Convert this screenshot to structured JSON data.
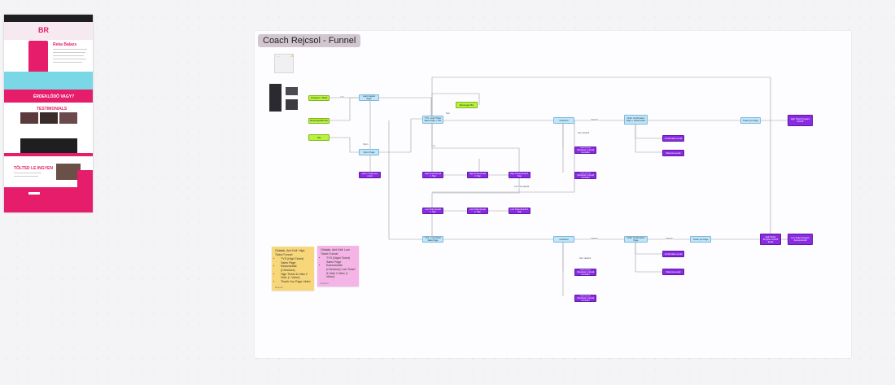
{
  "board": {
    "title": "Coach Rejcsol - Funnel",
    "memo_text": "——",
    "memo_icon": "warning-icon"
  },
  "site_preview": {
    "logo_text": "BR",
    "name_text": "Reka Balazs",
    "banner_text": "ÉRDEKLŐDŐ VAGY?",
    "section_text": "TESTIMONIALS",
    "cta_text": "TÖLTSD LE INGYEN"
  },
  "nodes": [
    {
      "id": "n_instagram",
      "color": "green",
      "label": "Instagram / Tiktok"
    },
    {
      "id": "n_messenger",
      "color": "green",
      "label": "Messenger/Bio link"
    },
    {
      "id": "n_ads",
      "color": "green",
      "label": "Ads"
    },
    {
      "id": "n_leadpage",
      "color": "blue",
      "label": "Lead magnet Page"
    },
    {
      "id": "n_optin",
      "color": "blue",
      "label": "Opt-in Page"
    },
    {
      "id": "n_optin_email",
      "color": "purple",
      "label": "Opt-in Thank you email"
    },
    {
      "id": "n_tyhigh",
      "color": "blue",
      "label": "TYS - High Ticket Sales Page + VSL"
    },
    {
      "id": "n_messenger_bot",
      "color": "green",
      "label": "Messenger Bot"
    },
    {
      "id": "n_eh1",
      "color": "purple",
      "label": "High Ticket Email 1. Nap"
    },
    {
      "id": "n_eh2",
      "color": "purple",
      "label": "High Ticket Email 2. Nap"
    },
    {
      "id": "n_eh3",
      "color": "purple",
      "label": "High Ticket Email 3. Nap"
    },
    {
      "id": "n_checkout1",
      "color": "blue",
      "label": "Checkout"
    },
    {
      "id": "n_abandoned1",
      "color": "purple",
      "label": "Abandoned Checkout 1. Email reminder"
    },
    {
      "id": "n_abandoned2",
      "color": "purple",
      "label": "Abandoned Checkout 2. Email reminder"
    },
    {
      "id": "n_upsell",
      "color": "blue",
      "label": "Order Confirmation Page + Upsell Video"
    },
    {
      "id": "n_confirm_email",
      "color": "purple",
      "label": "Confirmation email"
    },
    {
      "id": "n_welcome_email",
      "color": "purple",
      "label": "Welcome email"
    },
    {
      "id": "n_thankyou1",
      "color": "blue",
      "label": "Thank you Page"
    },
    {
      "id": "n_program1",
      "color": "purple",
      "label": "High Ticket Program Kickoff"
    },
    {
      "id": "n_el1",
      "color": "purple",
      "label": "Low Ticket Email 1. Nap"
    },
    {
      "id": "n_el2",
      "color": "purple",
      "label": "Low Ticket Email 2. Nap"
    },
    {
      "id": "n_el3",
      "color": "purple",
      "label": "Low Ticket Email 3. Nap"
    },
    {
      "id": "n_lowsales",
      "color": "blue",
      "label": "TYS - Low Ticket Sales Page"
    },
    {
      "id": "n_checkout2",
      "color": "blue",
      "label": "Checkout"
    },
    {
      "id": "n_abandoned3",
      "color": "purple",
      "label": "Abandoned Checkout 1. Email reminder"
    },
    {
      "id": "n_abandoned4",
      "color": "purple",
      "label": "Abandoned Checkout 2. Email reminder"
    },
    {
      "id": "n_confirm2",
      "color": "blue",
      "label": "Order Confirmation Page"
    },
    {
      "id": "n_confirm_email2",
      "color": "purple",
      "label": "Confirmation email"
    },
    {
      "id": "n_welcome_email2",
      "color": "purple",
      "label": "Welcome email"
    },
    {
      "id": "n_thankyou2",
      "color": "blue",
      "label": "Thank you Page"
    },
    {
      "id": "n_program2",
      "color": "purple",
      "label": "High Ticket Program Kickoff Email"
    },
    {
      "id": "n_program3",
      "color": "purple",
      "label": "Low Ticket Program Access Email"
    }
  ],
  "edge_labels": [
    {
      "id": "l_ads",
      "text": "Link"
    },
    {
      "id": "l_optin",
      "text": "Opt-in"
    },
    {
      "id": "l_yes",
      "text": "Igen"
    },
    {
      "id": "l_no",
      "text": "Nem"
    },
    {
      "id": "l_purchase1",
      "text": "Vásárolt"
    },
    {
      "id": "l_notpurchase1",
      "text": "Nem vásárolt"
    },
    {
      "id": "l_purchase2",
      "text": "Vásárolt"
    },
    {
      "id": "l_notpurchase2",
      "text": "Nem vásárolt"
    },
    {
      "id": "l_purchase3",
      "text": "Vásárolt"
    },
    {
      "id": "l_lowoffer",
      "text": "Low ticket ajánlat"
    }
  ],
  "stickies": [
    {
      "id": "sticky_high",
      "color": "#f8d77a",
      "title": "Oldalak, Ami Kell: High Ticket Funnel",
      "items": [
        "TYS (High Ticket) Sales Page",
        "Kasszaoldal (Checkout)",
        "High Ticket & Után 2 Über (+ Videó)",
        "Thank You Page Videó"
      ],
      "footer": "Rejcsol"
    },
    {
      "id": "sticky_low",
      "color": "#f5b4e6",
      "title": "Oldalak, Ami Kell: Low Ticket Funnel",
      "items": [
        "TYS (Night Ticket) Sales Page",
        "Kasszaoldal (Checkout) Low Ticket & Után 2 Über (+ Videó)"
      ],
      "footer": "Rejcsol"
    }
  ],
  "colors": {
    "blue": "#bfe6fb",
    "purple": "#8a2be2",
    "green": "#b9f23b",
    "edge": "#9aa0a8",
    "accent_pink": "#e51d6a"
  }
}
